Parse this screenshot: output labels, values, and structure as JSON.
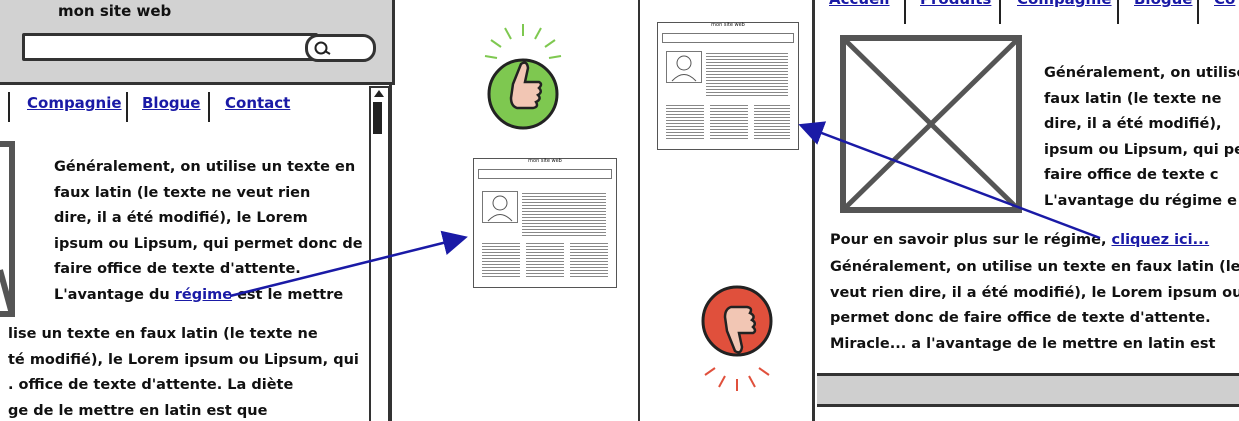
{
  "left_mockup": {
    "site_title": "mon site web",
    "nav": [
      "Compagnie",
      "Blogue",
      "Contact"
    ],
    "para_lines": [
      "Généralement, on utilise un texte en",
      "faux latin (le texte ne veut rien",
      "dire, il a été modifié), le Lorem",
      "ipsum ou Lipsum, qui permet donc de",
      "faire office de texte d'attente."
    ],
    "last_line_before": "L'avantage du ",
    "last_line_link": "régime",
    "last_line_after": " est le mettre",
    "lower_lines": [
      "lise un texte en faux latin (le texte ne",
      "té modifié), le Lorem ipsum ou Lipsum, qui",
      ". office de texte d'attente. La diète",
      "ge de le mettre en latin est que"
    ]
  },
  "mini_window_title": "mon site web",
  "right_mockup": {
    "nav": [
      "Accueil",
      "Produits",
      "Compagnie",
      "Blogue",
      "Co"
    ],
    "para_lines": [
      "Généralement, on utilise",
      "faux latin (le texte ne",
      "dire, il a été modifié),",
      "ipsum ou Lipsum, qui per",
      "faire office de texte c",
      "L'avantage du régime e"
    ],
    "link_sentence": "Pour en savoir plus sur le régime, ",
    "link_text": "cliquez ici...",
    "lower_lines": [
      "Généralement, on utilise un texte en faux latin (le",
      "veut rien dire, il a été modifié), le Lorem ipsum ou",
      "permet donc de faire office de texte d'attente.",
      "Miracle... a l'avantage de le mettre en latin est"
    ]
  },
  "colors": {
    "arrow": "#1a1aa6",
    "thumbs_up": "#7ec850",
    "thumbs_down": "#e0503c",
    "toolbar_gray": "#cfcfcf"
  },
  "icons": [
    "thumbs-up-icon",
    "thumbs-down-icon",
    "search-icon",
    "image-placeholder-icon",
    "avatar-icon"
  ]
}
